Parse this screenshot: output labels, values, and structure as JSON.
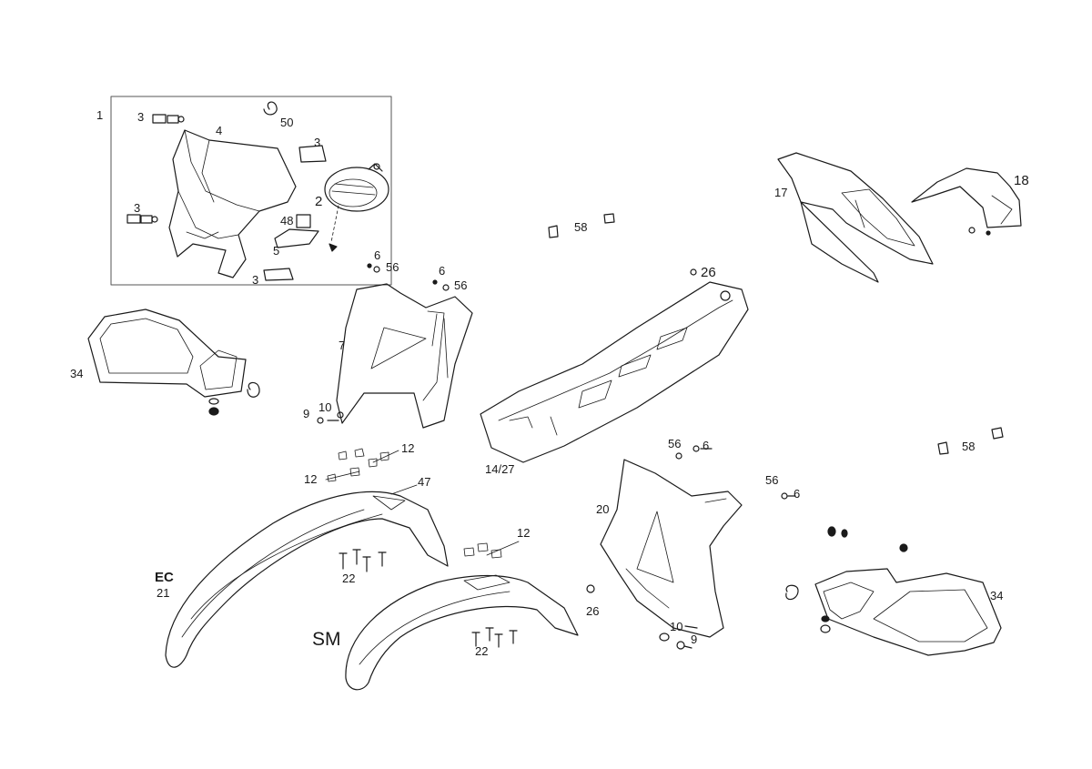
{
  "labels": {
    "l1": "1",
    "l3a": "3",
    "l4": "4",
    "l50": "50",
    "l3b": "3",
    "l2": "2",
    "l3c": "3",
    "l48": "48",
    "l5": "5",
    "l3d": "3",
    "l58a": "58",
    "l26a": "26",
    "l17": "17",
    "l18": "18",
    "l6a": "6",
    "l56a": "56",
    "l6b": "6",
    "l56b": "56",
    "l7": "7",
    "l34a": "34",
    "l10a": "10",
    "l9a": "9",
    "l12a": "12",
    "l12b": "12",
    "l47": "47",
    "l1427": "14/27",
    "l56c": "56",
    "l6c": "6",
    "l58b": "58",
    "l56d": "56",
    "l6d": "6",
    "l20": "20",
    "l12c": "12",
    "l22a": "22",
    "lEC": "EC",
    "l21": "21",
    "l26b": "26",
    "lSM": "SM",
    "l22b": "22",
    "l10b": "10",
    "l9b": "9",
    "l34b": "34"
  }
}
